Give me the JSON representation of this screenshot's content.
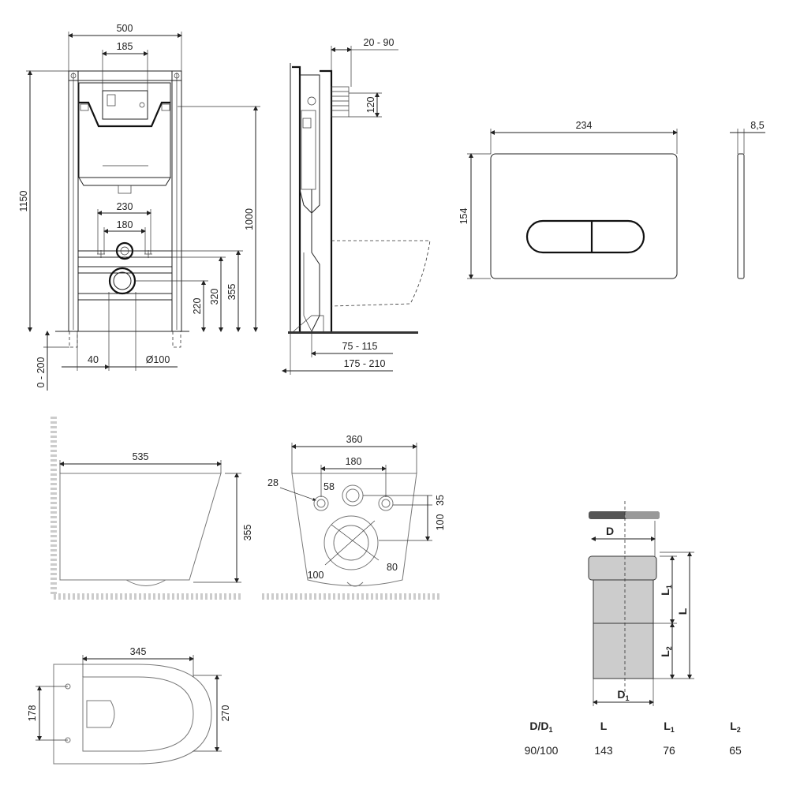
{
  "frame_front": {
    "width": "500",
    "button_width": "185",
    "height": "1150",
    "frame_height": "1000",
    "drain_spacing_outer": "230",
    "drain_spacing_inner": "180",
    "outlet_height": "355",
    "drain_height_a": "320",
    "drain_height_b": "220",
    "leg_adjust": "0 - 200",
    "offset": "40",
    "outlet_diameter": "Ø100"
  },
  "frame_side": {
    "depth_adjust": "20 - 90",
    "inlet_height": "120",
    "wall_gap": "75 - 115",
    "total_depth": "175 - 210"
  },
  "flush_plate": {
    "width": "234",
    "height": "154",
    "thickness": "8,5"
  },
  "bowl_side": {
    "length": "535",
    "height": "355"
  },
  "bowl_rear": {
    "width": "360",
    "bolt_spacing": "180",
    "bolt_dia": "28",
    "inlet_dia": "58",
    "inlet_dia_b": "100",
    "offset_35": "35",
    "offset_100": "100",
    "outlet_dia": "100",
    "outlet_dia_inner": "80"
  },
  "bowl_top": {
    "width": "345",
    "fix_spacing": "178",
    "depth": "270"
  },
  "connector": {
    "label_d": "D",
    "label_d1": "D",
    "label_d1_sub": "1",
    "label_l": "L",
    "label_l1": "L",
    "label_l1_sub": "1",
    "label_l2": "L",
    "label_l2_sub": "2"
  },
  "spec_table": {
    "headers": [
      {
        "main": "D/D",
        "sub": "1"
      },
      {
        "main": "L",
        "sub": ""
      },
      {
        "main": "L",
        "sub": "1"
      },
      {
        "main": "L",
        "sub": "2"
      }
    ],
    "values": [
      "90/100",
      "143",
      "76",
      "65"
    ]
  }
}
